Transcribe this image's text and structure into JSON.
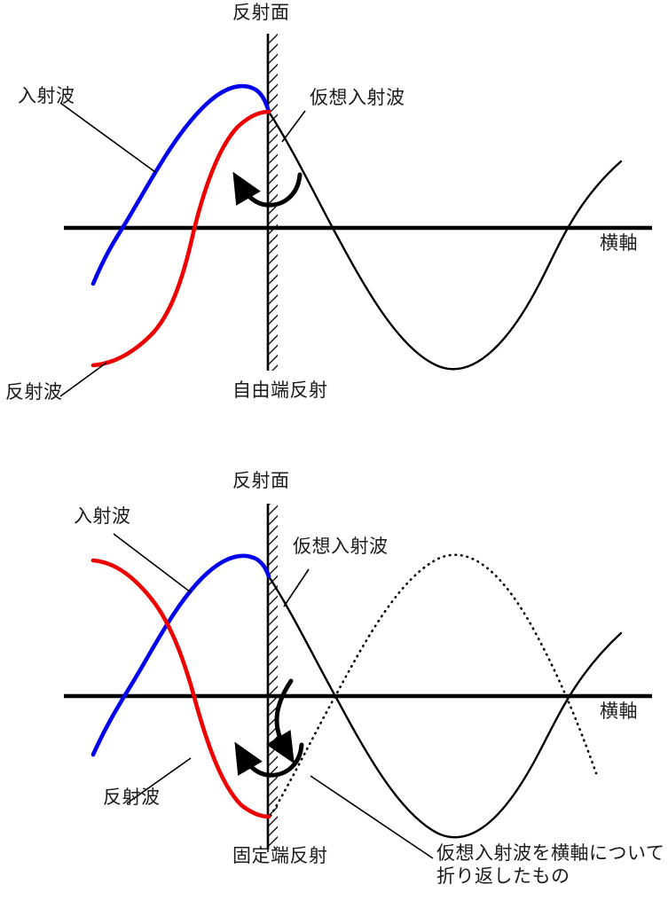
{
  "figure": {
    "title_top": "自由端反射",
    "title_bottom": "固定端反射"
  },
  "panels": [
    {
      "id": "free-end",
      "wall_label": "反射面",
      "axis_label": "横軸",
      "incident_label": "入射波",
      "reflected_label": "反射波",
      "virtual_label": "仮想入射波",
      "caption": "自由端反射",
      "colors": {
        "incident": "#0000ee",
        "reflected": "#ee0000",
        "virtual": "#000000",
        "axis": "#000000",
        "wall": "#000000"
      }
    },
    {
      "id": "fixed-end",
      "wall_label": "反射面",
      "axis_label": "横軸",
      "incident_label": "入射波",
      "reflected_label": "反射波",
      "virtual_label": "仮想入射波",
      "caption": "固定端反射",
      "flipped_note": "仮想入射波を横軸について折り返したもの",
      "colors": {
        "incident": "#0000ee",
        "reflected": "#ee0000",
        "virtual": "#000000",
        "mirrored_virtual": "#000000",
        "axis": "#000000",
        "wall": "#000000"
      }
    }
  ],
  "chart_data": {
    "type": "line",
    "title": "波の反射（自由端反射・固定端反射）",
    "xlabel": "横軸",
    "ylabel": "",
    "grid": false,
    "legend": "inline-annotations",
    "panels": [
      {
        "name": "自由端反射",
        "wall_x": 303,
        "axis_y": 257,
        "series": [
          {
            "name": "入射波",
            "color": "#0000ee",
            "style": "solid",
            "points": [
              [
                105,
                320
              ],
              [
                138,
                257
              ],
              [
                190,
                160
              ],
              [
                240,
                110
              ],
              [
                278,
                97
              ],
              [
                303,
                126
              ]
            ]
          },
          {
            "name": "反射波",
            "color": "#ee0000",
            "style": "solid",
            "points": [
              [
                105,
                412
              ],
              [
                150,
                395
              ],
              [
                200,
                345
              ],
              [
                218,
                257
              ],
              [
                260,
                200
              ],
              [
                303,
                126
              ]
            ]
          },
          {
            "name": "仮想入射波",
            "color": "#000000",
            "style": "solid",
            "points": [
              [
                303,
                126
              ],
              [
                340,
                185
              ],
              [
                375,
                257
              ],
              [
                450,
                370
              ],
              [
                520,
                414
              ],
              [
                590,
                350
              ],
              [
                645,
                257
              ],
              [
                700,
                182
              ]
            ]
          }
        ]
      },
      {
        "name": "固定端反射",
        "wall_x": 303,
        "axis_y": 785,
        "series": [
          {
            "name": "入射波",
            "color": "#0000ee",
            "style": "solid",
            "points": [
              [
                105,
                850
              ],
              [
                140,
                785
              ],
              [
                190,
                690
              ],
              [
                240,
                640
              ],
              [
                278,
                630
              ],
              [
                303,
                650
              ]
            ]
          },
          {
            "name": "反射波",
            "color": "#ee0000",
            "style": "solid",
            "points": [
              [
                105,
                632
              ],
              [
                150,
                660
              ],
              [
                200,
                730
              ],
              [
                222,
                785
              ],
              [
                260,
                860
              ],
              [
                303,
                920
              ]
            ]
          },
          {
            "name": "仮想入射波",
            "color": "#000000",
            "style": "solid",
            "points": [
              [
                303,
                650
              ],
              [
                340,
                715
              ],
              [
                378,
                785
              ],
              [
                450,
                895
              ],
              [
                520,
                942
              ],
              [
                590,
                880
              ],
              [
                645,
                785
              ],
              [
                700,
                715
              ]
            ]
          },
          {
            "name": "仮想入射波を横軸について折り返したもの",
            "color": "#000000",
            "style": "dotted",
            "points": [
              [
                305,
                920
              ],
              [
                340,
                855
              ],
              [
                378,
                785
              ],
              [
                450,
                675
              ],
              [
                520,
                630
              ],
              [
                590,
                690
              ],
              [
                645,
                785
              ],
              [
                670,
                870
              ]
            ]
          }
        ]
      }
    ]
  },
  "labels": {
    "top": {
      "wall": "反射面",
      "incident": "入射波",
      "virtual": "仮想入射波",
      "axis": "横軸",
      "reflected": "反射波",
      "caption": "自由端反射"
    },
    "bottom": {
      "wall": "反射面",
      "incident": "入射波",
      "virtual": "仮想入射波",
      "axis": "横軸",
      "reflected": "反射波",
      "caption": "固定端反射",
      "note": "仮想入射波を横軸について折り返したもの"
    }
  }
}
